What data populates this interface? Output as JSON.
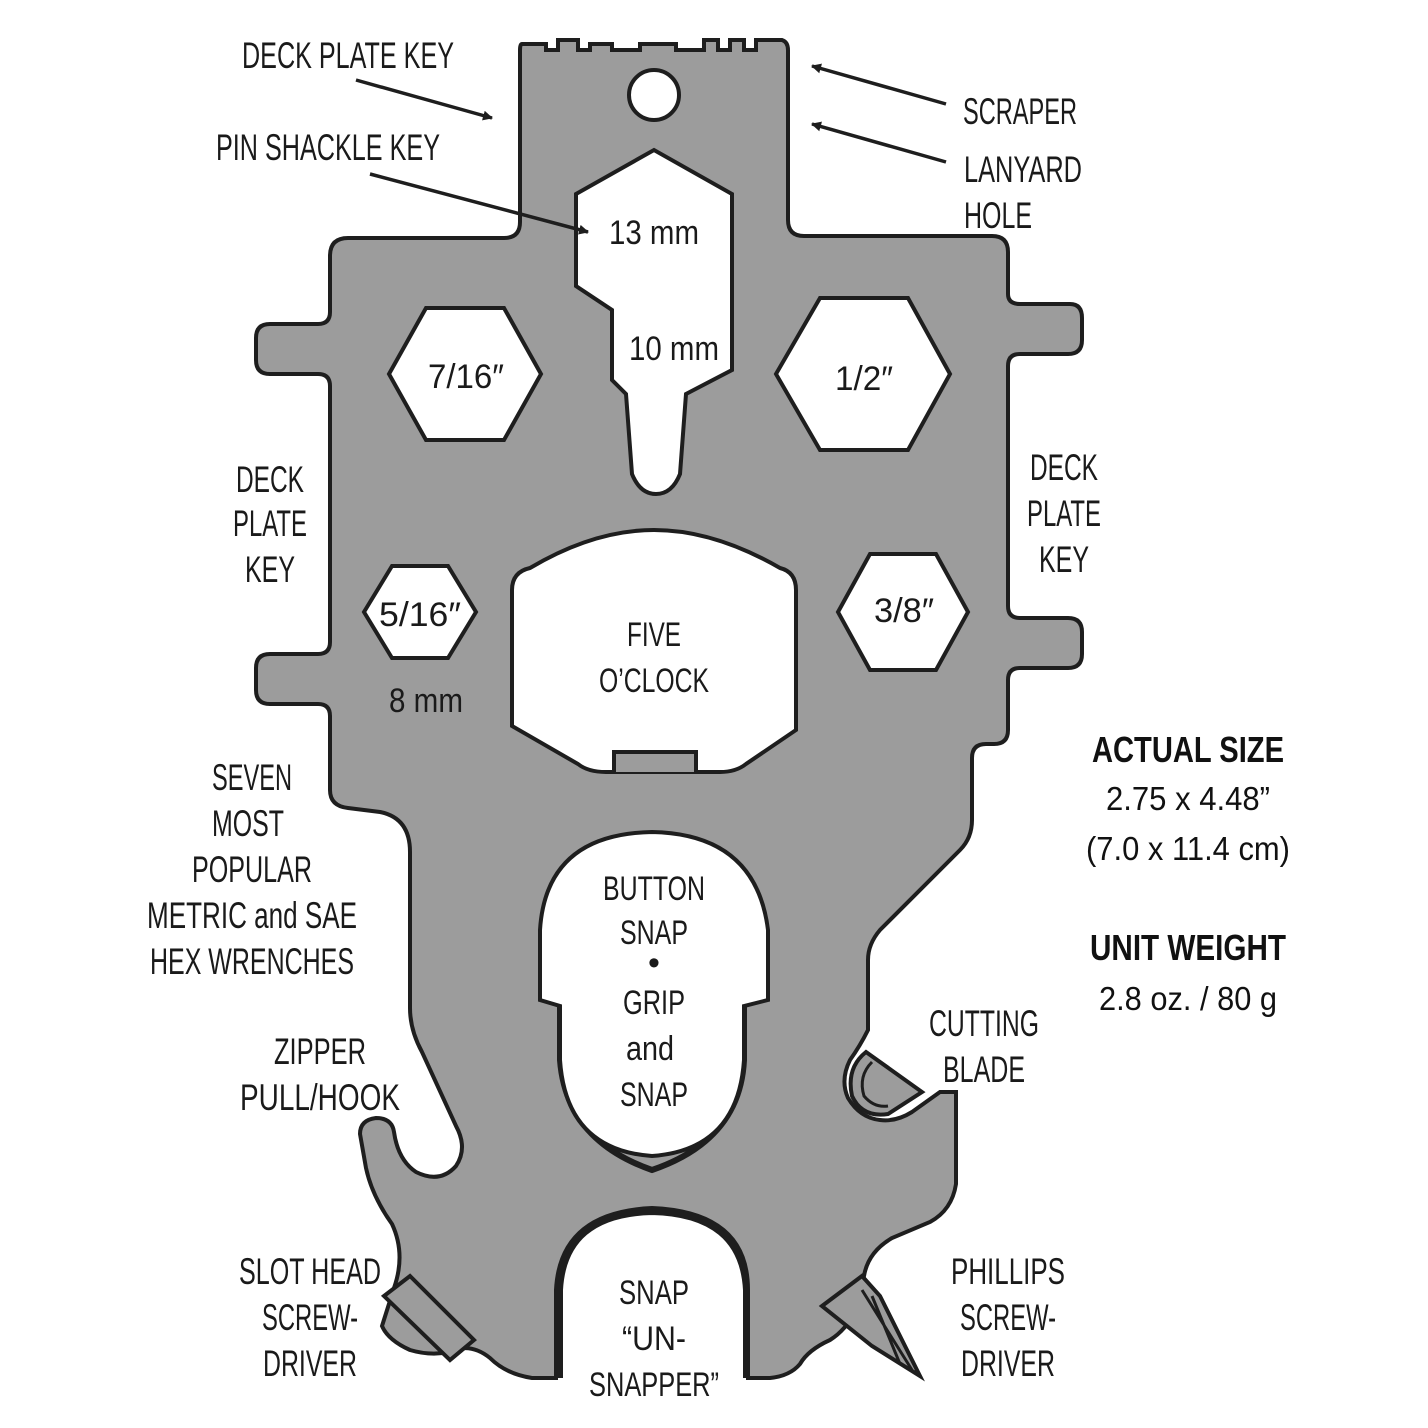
{
  "callouts": {
    "deck_plate_key_top": "DECK PLATE KEY",
    "pin_shackle_key": "PIN SHACKLE KEY",
    "scraper": "SCRAPER",
    "lanyard_hole": [
      "LANYARD",
      "HOLE"
    ],
    "deck_plate_key_left": [
      "DECK",
      "PLATE",
      "KEY"
    ],
    "deck_plate_key_right": [
      "DECK",
      "PLATE",
      "KEY"
    ],
    "hex_wrenches": [
      "SEVEN",
      "MOST",
      "POPULAR",
      "METRIC and SAE",
      "HEX WRENCHES"
    ],
    "zipper_pull": [
      "ZIPPER",
      "PULL/HOOK"
    ],
    "cutting_blade": [
      "CUTTING",
      "BLADE"
    ],
    "slot_head": [
      "SLOT HEAD",
      "SCREW-",
      "DRIVER"
    ],
    "phillips": [
      "PHILLIPS",
      "SCREW-",
      "DRIVER"
    ]
  },
  "tool_labels": {
    "size_13mm": "13 mm",
    "size_10mm": "10 mm",
    "size_7_16": "7/16″",
    "size_1_2": "1/2″",
    "size_5_16": "5/16″",
    "size_8mm": "8 mm",
    "size_3_8": "3/8″",
    "five_oclock": [
      "FIVE",
      "O’CLOCK"
    ],
    "button_snap": [
      "BUTTON",
      "SNAP"
    ],
    "bullet": "•",
    "grip_snap": [
      "GRIP",
      "and",
      "SNAP"
    ],
    "snap_unsnapper": [
      "SNAP",
      "“UN-",
      "SNAPPER”"
    ]
  },
  "info": {
    "actual_size_heading": "ACTUAL SIZE",
    "actual_size_in": "2.75 x 4.48”",
    "actual_size_cm": "(7.0 x 11.4 cm)",
    "unit_weight_heading": "UNIT WEIGHT",
    "unit_weight_value": "2.8 oz. / 80 g"
  },
  "colors": {
    "tool_body": "#9c9c9c",
    "outline": "#1e1e1e",
    "background": "#ffffff"
  }
}
